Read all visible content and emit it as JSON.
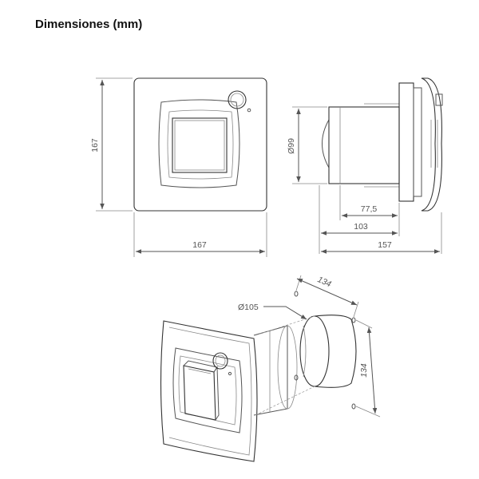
{
  "title": "Dimensiones (mm)",
  "dimensions": {
    "front_height": "167",
    "front_width": "167",
    "side_diameter": "Ø99",
    "side_depth_1": "77,5",
    "side_depth_2": "103",
    "side_depth_3": "157",
    "iso_diameter": "Ø105",
    "iso_hole_spacing_top": "134",
    "iso_hole_spacing_right": "134"
  },
  "colors": {
    "line": "#555555",
    "text": "#555555",
    "title": "#111111"
  }
}
